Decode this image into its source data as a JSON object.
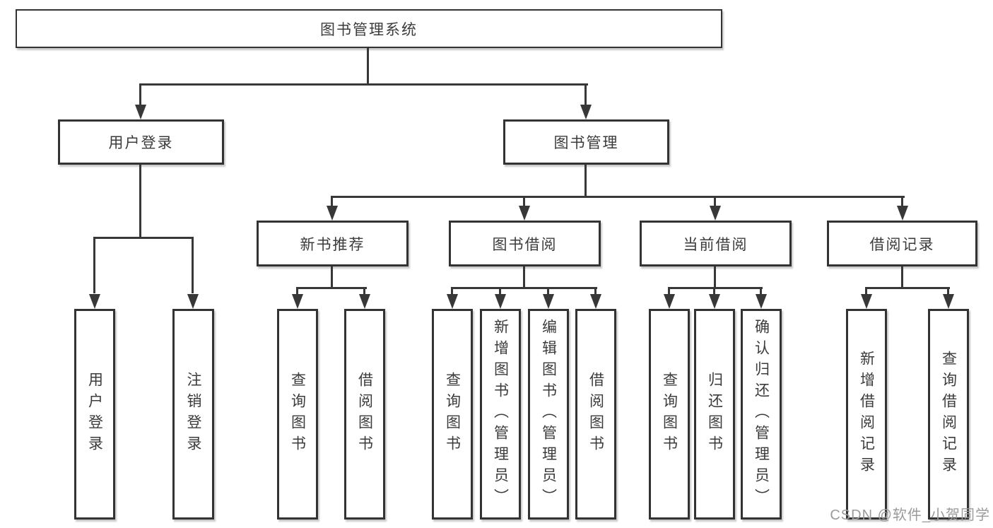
{
  "diagram": {
    "root": {
      "label": "图书管理系统"
    },
    "level2": [
      {
        "label": "用户登录"
      },
      {
        "label": "图书管理"
      }
    ],
    "level3": [
      {
        "label": "新书推荐"
      },
      {
        "label": "图书借阅"
      },
      {
        "label": "当前借阅"
      },
      {
        "label": "借阅记录"
      }
    ],
    "leaves": {
      "user_login": [
        {
          "label": "用户登录"
        },
        {
          "label": "注销登录"
        }
      ],
      "new_book": [
        {
          "label": "查询图书"
        },
        {
          "label": "借阅图书"
        }
      ],
      "book_borrow": [
        {
          "label": "查询图书"
        },
        {
          "label": "新增图书（管理员）"
        },
        {
          "label": "编辑图书（管理员）"
        },
        {
          "label": "借阅图书"
        }
      ],
      "current_borrow": [
        {
          "label": "查询图书"
        },
        {
          "label": "归还图书"
        },
        {
          "label": "确认归还（管理员）"
        }
      ],
      "borrow_records": [
        {
          "label": "新增借阅记录"
        },
        {
          "label": "查询借阅记录"
        }
      ]
    }
  },
  "watermark": "CSDN @软件_小贺同学",
  "colors": {
    "line": "#383838",
    "box_border": "#333333",
    "box_bg": "#ffffff",
    "text": "#3b3b3b",
    "watermark": "#9b9b9b",
    "background": "#ffffff"
  }
}
